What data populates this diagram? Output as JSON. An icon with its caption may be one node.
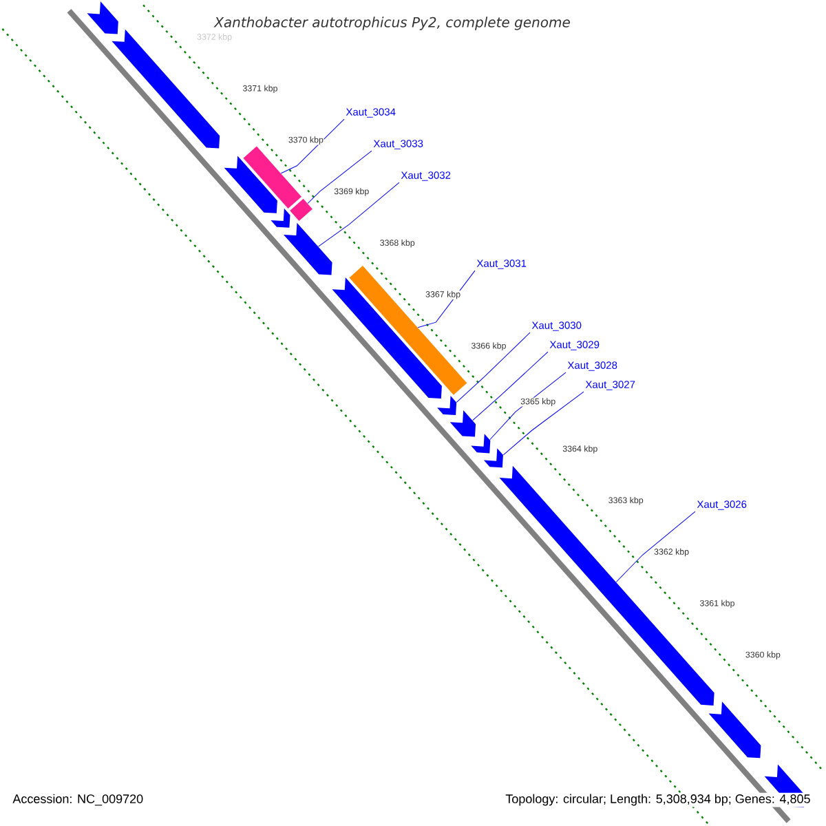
{
  "diagram": {
    "title": "Xanthobacter autotrophicus Py2, complete genome",
    "nodes": [
      {
        "text": [
          "Xaut_3034"
        ]
      },
      {
        "text": [
          "Xaut_3033"
        ]
      },
      {
        "text": [
          "Xaut_3032"
        ]
      },
      {
        "text": [
          "Xaut_3031"
        ]
      },
      {
        "text": [
          "Xaut_3030"
        ]
      },
      {
        "text": [
          "Xaut_3029"
        ]
      },
      {
        "text": [
          "Xaut_3028"
        ]
      },
      {
        "text": [
          "Xaut_3027"
        ]
      },
      {
        "text": [
          "Xaut_3026"
        ]
      },
      {
        "text": [],
        "shape": "arrow"
      },
      {
        "text": [],
        "shape": "arrow"
      },
      {
        "text": [],
        "shape": "arrow"
      },
      {
        "text": [],
        "shape": "bar"
      },
      {
        "text": [],
        "shape": "arrow"
      },
      {
        "text": [],
        "shape": "bar"
      },
      {
        "text": [],
        "shape": "arrow"
      },
      {
        "text": [],
        "shape": "arrow"
      },
      {
        "text": [],
        "shape": "bar"
      },
      {
        "text": [],
        "shape": "arrow"
      },
      {
        "text": [],
        "shape": "arrow"
      },
      {
        "text": [],
        "shape": "arrow"
      },
      {
        "text": [],
        "shape": "arrow"
      },
      {
        "text": [],
        "shape": "arrow"
      },
      {
        "text": [],
        "shape": "arrow"
      },
      {
        "text": [],
        "shape": "arrow"
      }
    ],
    "edges": [
      {
        "from": 0,
        "to": 12,
        "arrow": "none"
      },
      {
        "from": 1,
        "to": 14,
        "arrow": "none"
      },
      {
        "from": 2,
        "to": 15,
        "arrow": "none"
      },
      {
        "from": 3,
        "to": 17,
        "arrow": "none"
      },
      {
        "from": 4,
        "to": 18,
        "arrow": "none"
      },
      {
        "from": 5,
        "to": 19,
        "arrow": "none"
      },
      {
        "from": 6,
        "to": 20,
        "arrow": "none"
      },
      {
        "from": 7,
        "to": 21,
        "arrow": "none"
      },
      {
        "from": 8,
        "to": 22,
        "arrow": "none"
      }
    ],
    "labels": [
      "3372 kbp",
      "3371 kbp",
      "3370 kbp",
      "3369 kbp",
      "3368 kbp",
      "3367 kbp",
      "3366 kbp",
      "3365 kbp",
      "3364 kbp",
      "3363 kbp",
      "3362 kbp",
      "3361 kbp",
      "3360 kbp",
      "Accession: NC_009720",
      "Topology: circular; Length: 5,308,934 bp; Genes: 4,805"
    ]
  }
}
